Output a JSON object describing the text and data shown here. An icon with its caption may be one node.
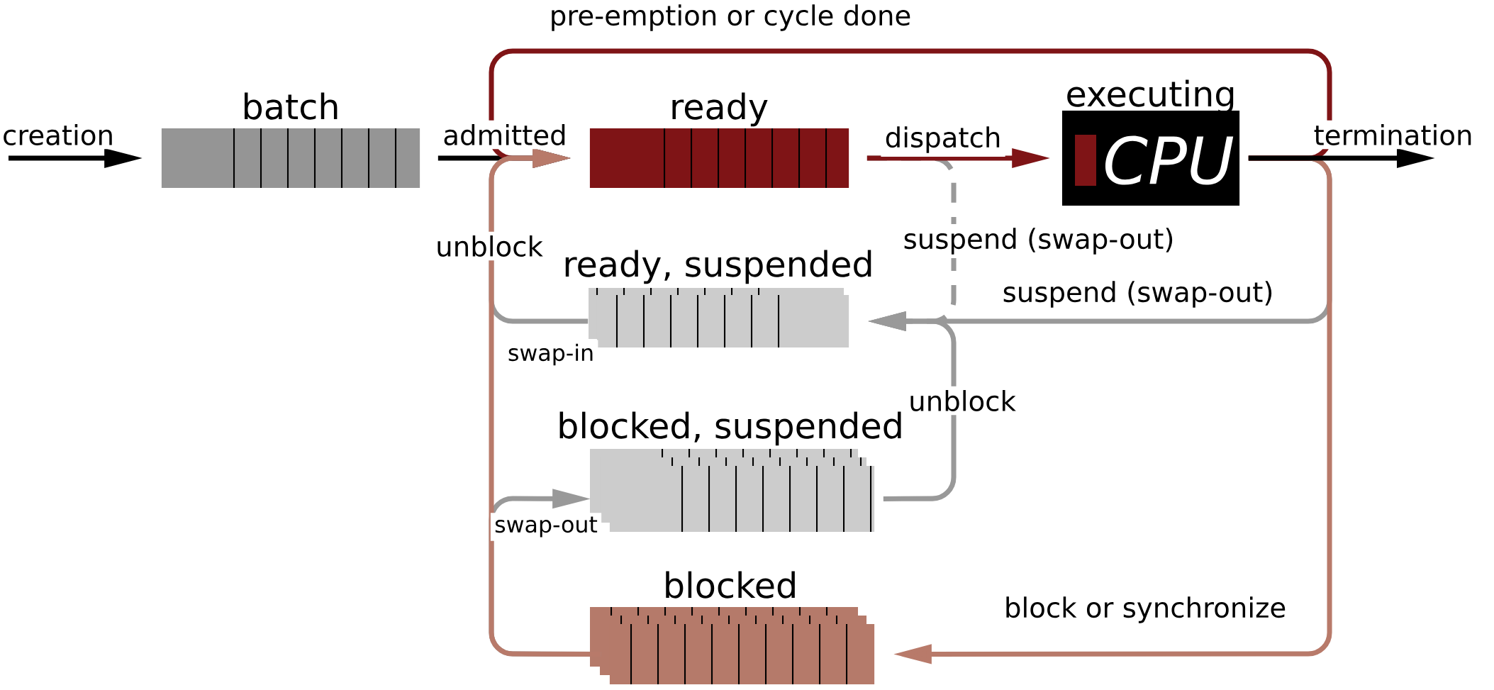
{
  "diagram": {
    "nodes": [
      {
        "text": [
          "batch"
        ]
      },
      {
        "text": [
          "ready"
        ]
      },
      {
        "text": [
          "executing",
          "CPU"
        ]
      },
      {
        "text": [
          "ready, suspended"
        ]
      },
      {
        "text": [
          "blocked, suspended"
        ]
      },
      {
        "text": [
          "blocked"
        ]
      }
    ],
    "edges": [
      {
        "from": null,
        "to": 0,
        "arrow": "to",
        "label": "creation",
        "color": "#000000"
      },
      {
        "from": 0,
        "to": 1,
        "arrow": "to",
        "label": "admitted",
        "color": "#000000"
      },
      {
        "from": 1,
        "to": 2,
        "arrow": "to",
        "label": "dispatch",
        "color": "#7f1416"
      },
      {
        "from": 2,
        "to": null,
        "arrow": "to",
        "label": "termination",
        "color": "#000000"
      },
      {
        "from": 2,
        "to": 1,
        "arrow": "to",
        "label": "pre-emption or cycle done",
        "color": "#7f1416"
      },
      {
        "from": 1,
        "to": 3,
        "arrow": "to",
        "label": "suspend (swap-out)",
        "style": "dashed",
        "color": "#999999"
      },
      {
        "from": 2,
        "to": 3,
        "arrow": "to",
        "label": "suspend (swap-out)",
        "color": "#999999"
      },
      {
        "from": 4,
        "to": 3,
        "arrow": "to",
        "label": "unblock",
        "color": "#999999"
      },
      {
        "from": 3,
        "to": 1,
        "arrow": "to",
        "label": "swap-in",
        "color": "#999999"
      },
      {
        "from": 5,
        "to": 1,
        "arrow": "to",
        "label": "unblock",
        "color": "#b87a6a"
      },
      {
        "from": 5,
        "to": 4,
        "arrow": "to",
        "label": "swap-out",
        "color": "#999999"
      },
      {
        "from": 2,
        "to": 5,
        "arrow": "to",
        "label": "block or synchronize",
        "color": "#b87a6a"
      }
    ]
  }
}
